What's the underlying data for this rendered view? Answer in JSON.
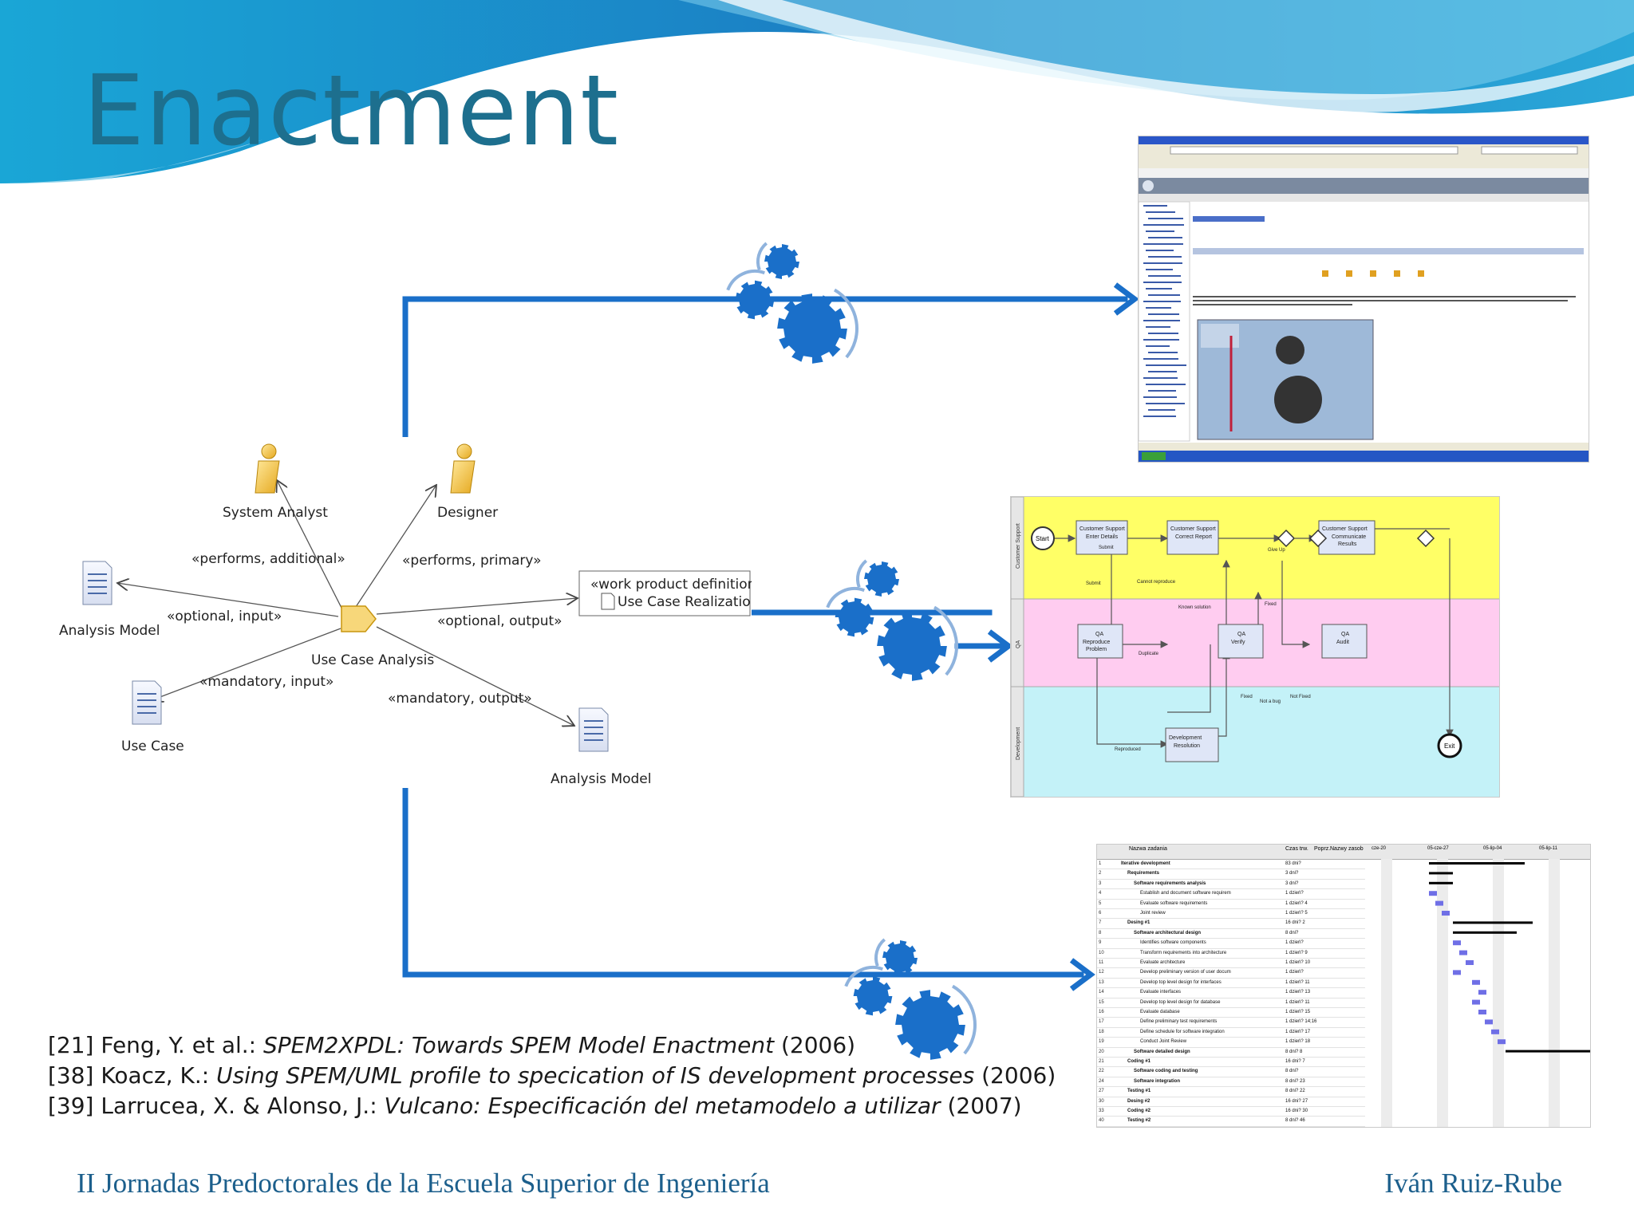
{
  "slide": {
    "title": "Enactment",
    "footer_left": "II Jornadas Predoctorales de la Escuela Superior de Ingeniería",
    "footer_right": "Iván Ruiz-Rube"
  },
  "references": [
    {
      "prefix": "[21] Feng, Y. et al.: ",
      "title": "SPEM2XPDL: Towards SPEM Model Enactment",
      "suffix": " (2006)"
    },
    {
      "prefix": "[38] Koacz, K.: ",
      "title": "Using SPEM/UML profile to specication of IS development processes",
      "suffix": " (2006)"
    },
    {
      "prefix": "[39] Larrucea, X. & Alonso, J.: ",
      "title": "Vulcano: Especificación del metamodelo a utilizar",
      "suffix": " (2007)"
    }
  ],
  "uml": {
    "system_analyst": "System Analyst",
    "designer": "Designer",
    "performs_additional": "«performs, additional»",
    "performs_primary": "«performs, primary»",
    "work_product_definition": "«work product definition»",
    "use_case_realization": "Use Case Realization",
    "optional_input": "«optional, input»",
    "optional_output": "«optional, output»",
    "analysis_model_left": "Analysis Model",
    "use_case_analysis": "Use Case Analysis",
    "mandatory_input": "«mandatory, input»",
    "mandatory_output": "«mandatory, output»",
    "use_case": "Use Case",
    "analysis_model_right": "Analysis Model"
  },
  "bpmn": {
    "lanes": [
      "Customer Support",
      "QA",
      "Development"
    ],
    "start": "Start",
    "end": "Exit",
    "tasks": [
      "Customer Support\nEnter Details",
      "Customer Support\nCorrect Report",
      "Customer Support\nCommunicate Results",
      "QA\nReproduce Problem",
      "QA\nVerify",
      "QA\nAudit",
      "Development\nResolution"
    ],
    "flow_labels": [
      "Submit",
      "Submit",
      "Give Up",
      "Cannot reproduce",
      "Known solution",
      "Fixed",
      "Duplicate",
      "Fixed",
      "Not a bug",
      "Not Fixed",
      "Reproduced"
    ]
  },
  "gantt": {
    "header_name": "Nazwa zadania",
    "header_dur": "Czas trw.",
    "header_pred": "Poprz.",
    "header_res": "Nazwy zasob",
    "weeks": [
      "cze-20",
      "05-cze-27",
      "05-lip-04",
      "05-lip-11"
    ],
    "rows": [
      {
        "id": "1",
        "name": "Iterative development",
        "dur": "83 dni?",
        "level": 0,
        "bold": true
      },
      {
        "id": "2",
        "name": "Requirements",
        "dur": "3 dni?",
        "level": 1,
        "bold": true
      },
      {
        "id": "3",
        "name": "Software requirements analysis",
        "dur": "3 dni?",
        "level": 2,
        "bold": true
      },
      {
        "id": "4",
        "name": "Establish and document software requirem",
        "dur": "1 dzień?",
        "level": 3,
        "bold": false
      },
      {
        "id": "5",
        "name": "Evaluate software requirements",
        "dur": "1 dzień? 4",
        "level": 3,
        "bold": false
      },
      {
        "id": "6",
        "name": "Joint review",
        "dur": "1 dzień? 5",
        "level": 3,
        "bold": false
      },
      {
        "id": "7",
        "name": "Desing #1",
        "dur": "16 dni? 2",
        "level": 1,
        "bold": true
      },
      {
        "id": "8",
        "name": "Software architectural design",
        "dur": "8 dni?",
        "level": 2,
        "bold": true
      },
      {
        "id": "9",
        "name": "Identifies software components",
        "dur": "1 dzień?",
        "level": 3,
        "bold": false
      },
      {
        "id": "10",
        "name": "Transform requirements into architecture",
        "dur": "1 dzień? 9",
        "level": 3,
        "bold": false
      },
      {
        "id": "11",
        "name": "Evaluate architecture",
        "dur": "1 dzień? 10",
        "level": 3,
        "bold": false
      },
      {
        "id": "12",
        "name": "Develop preliminary version of user docum",
        "dur": "1 dzień?",
        "level": 3,
        "bold": false
      },
      {
        "id": "13",
        "name": "Develop top level design for interfaces",
        "dur": "1 dzień? 11",
        "level": 3,
        "bold": false
      },
      {
        "id": "14",
        "name": "Evaluate interfaces",
        "dur": "1 dzień? 13",
        "level": 3,
        "bold": false
      },
      {
        "id": "15",
        "name": "Develop top level design for database",
        "dur": "1 dzień? 11",
        "level": 3,
        "bold": false
      },
      {
        "id": "16",
        "name": "Evaluate database",
        "dur": "1 dzień? 15",
        "level": 3,
        "bold": false
      },
      {
        "id": "17",
        "name": "Define preliminary test requirements",
        "dur": "1 dzień? 14;16",
        "level": 3,
        "bold": false
      },
      {
        "id": "18",
        "name": "Define schedule for software integration",
        "dur": "1 dzień? 17",
        "level": 3,
        "bold": false
      },
      {
        "id": "19",
        "name": "Conduct Joint Review",
        "dur": "1 dzień? 18",
        "level": 3,
        "bold": false
      },
      {
        "id": "20",
        "name": "Software detailed design",
        "dur": "8 dni? 8",
        "level": 2,
        "bold": true
      },
      {
        "id": "21",
        "name": "Coding #1",
        "dur": "16 dni? 7",
        "level": 1,
        "bold": true
      },
      {
        "id": "22",
        "name": "Software coding and testing",
        "dur": "8 dni?",
        "level": 2,
        "bold": true
      },
      {
        "id": "24",
        "name": "Software integration",
        "dur": "8 dni? 23",
        "level": 2,
        "bold": true
      },
      {
        "id": "27",
        "name": "Testing #1",
        "dur": "8 dni? 22",
        "level": 1,
        "bold": true
      },
      {
        "id": "30",
        "name": "Desing #2",
        "dur": "16 dni? 27",
        "level": 1,
        "bold": true
      },
      {
        "id": "33",
        "name": "Coding #2",
        "dur": "16 dni? 30",
        "level": 1,
        "bold": true
      },
      {
        "id": "40",
        "name": "Testing #2",
        "dur": "8 dni? 46",
        "level": 1,
        "bold": true
      }
    ]
  },
  "colors": {
    "title": "#1d6f8e",
    "arrow": "#1a6fc9",
    "gear": "#1a6fc9",
    "footer": "#1c5f8c",
    "bpmn_lane_1": "#ffff66",
    "bpmn_lane_2": "#ffccf0",
    "bpmn_lane_3": "#c4f2f8"
  }
}
